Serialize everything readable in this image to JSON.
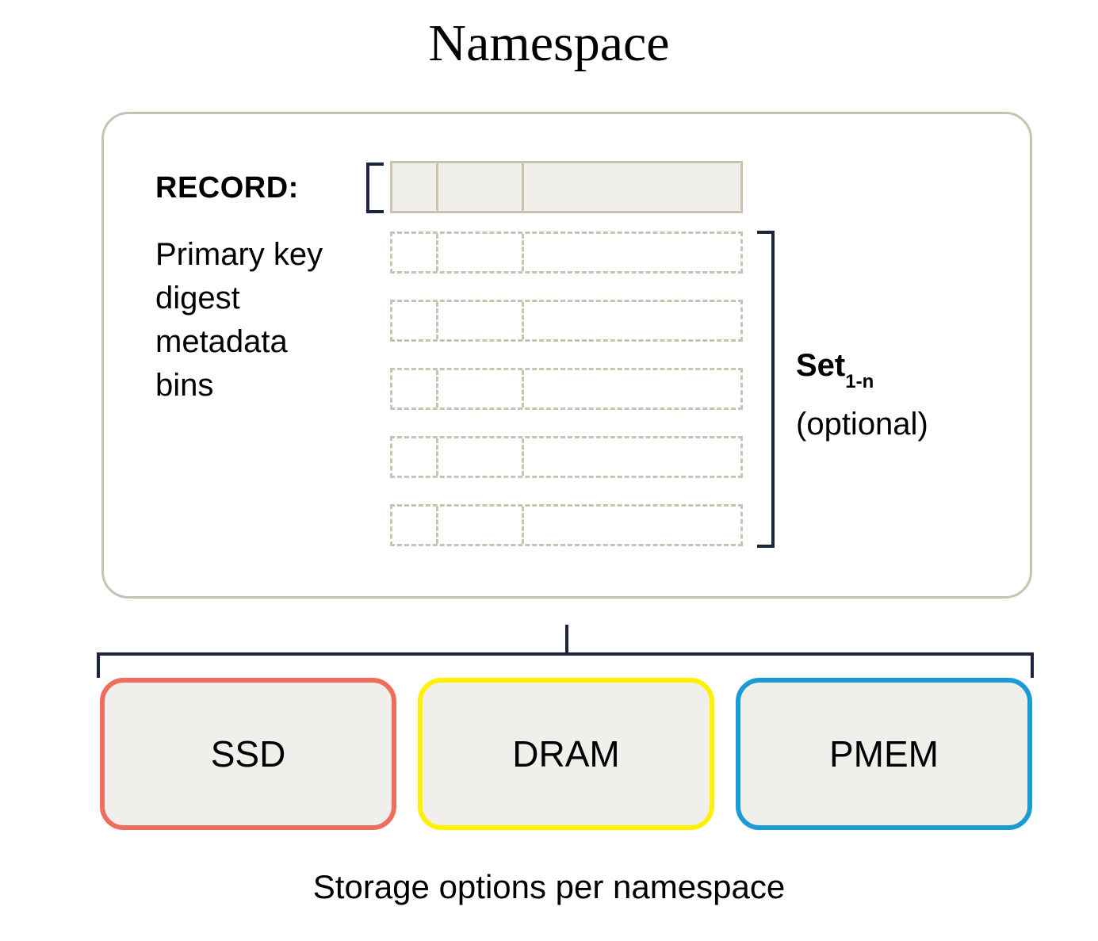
{
  "diagram": {
    "title": "Namespace",
    "caption": "Storage options per namespace"
  },
  "record": {
    "label": "RECORD:",
    "cells": [
      "",
      "",
      ""
    ],
    "fields": [
      "Primary key",
      "digest",
      "metadata",
      "bins"
    ]
  },
  "set": {
    "word": "Set",
    "subscript": "1-n",
    "optional": "(optional)",
    "rows": 5,
    "row_cells": [
      "",
      "",
      ""
    ]
  },
  "storage": {
    "options": [
      {
        "label": "SSD",
        "border_color": "#EE6D5C",
        "fill_color": "#F0EFEC"
      },
      {
        "label": "DRAM",
        "border_color": "#FFF100",
        "fill_color": "#F0EFEC"
      },
      {
        "label": "PMEM",
        "border_color": "#1C9AD6",
        "fill_color": "#F0EFEC"
      }
    ]
  },
  "colors": {
    "container_border": "#C8C2B3",
    "table_border": "#CAC3B2",
    "table_fill": "#F0EFE9",
    "bracket": "#1B2540",
    "text": "#000000",
    "background": "#FFFFFF"
  }
}
